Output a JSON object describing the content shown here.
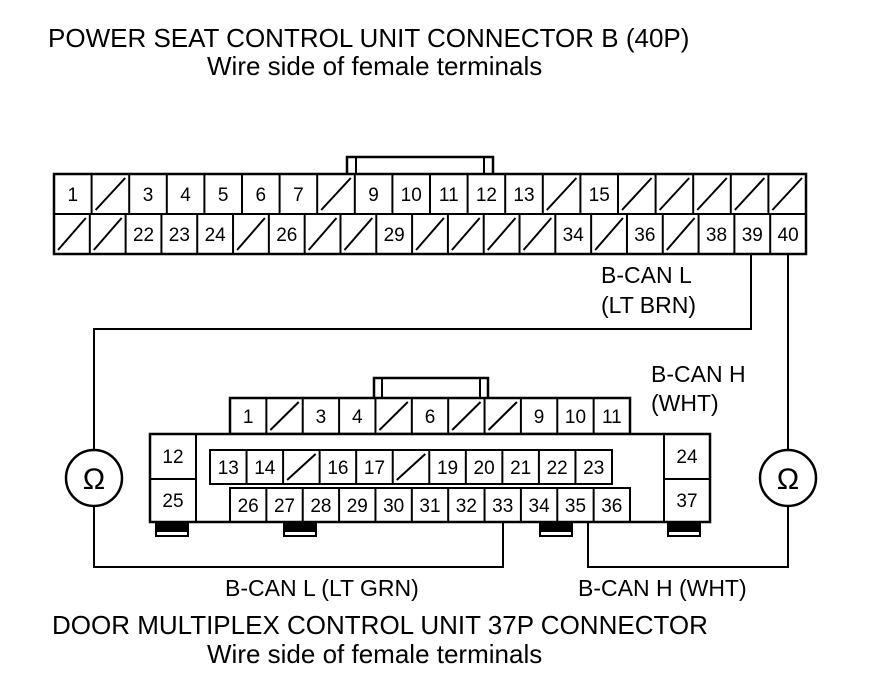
{
  "connector_b": {
    "title": "POWER SEAT CONTROL UNIT CONNECTOR B (40P)",
    "subtitle": "Wire side of female terminals",
    "row1": [
      "1",
      "",
      "3",
      "4",
      "5",
      "6",
      "7",
      "",
      "9",
      "10",
      "11",
      "12",
      "13",
      "",
      "15",
      "",
      "",
      "",
      "",
      ""
    ],
    "row2": [
      "",
      "",
      "22",
      "23",
      "24",
      "",
      "26",
      "",
      "",
      "29",
      "",
      "",
      "",
      "",
      "34",
      "",
      "36",
      "",
      "38",
      "39",
      "40"
    ]
  },
  "connector_door": {
    "title": "DOOR MULTIPLEX CONTROL UNIT 37P CONNECTOR",
    "subtitle": "Wire side of female terminals",
    "top_row": [
      "1",
      "",
      "3",
      "4",
      "",
      "6",
      "",
      "",
      "9",
      "10",
      "11"
    ],
    "left_pins": [
      "12",
      "25"
    ],
    "right_pins": [
      "24",
      "37"
    ],
    "mid_row": [
      "13",
      "14",
      "",
      "16",
      "17",
      "",
      "19",
      "20",
      "21",
      "22",
      "23"
    ],
    "bottom_row": [
      "26",
      "27",
      "28",
      "29",
      "30",
      "31",
      "32",
      "33",
      "34",
      "35",
      "36"
    ]
  },
  "wire_labels": {
    "bcan_l_upper_1": "B-CAN L",
    "bcan_l_upper_2": "(LT BRN)",
    "bcan_h_upper_1": "B-CAN H",
    "bcan_h_upper_2": "(WHT)",
    "bcan_l_lower": "B-CAN L (LT GRN)",
    "bcan_h_lower": "B-CAN H (WHT)"
  },
  "meters": {
    "symbol": "Ω",
    "icon": "ohmmeter-icon"
  }
}
